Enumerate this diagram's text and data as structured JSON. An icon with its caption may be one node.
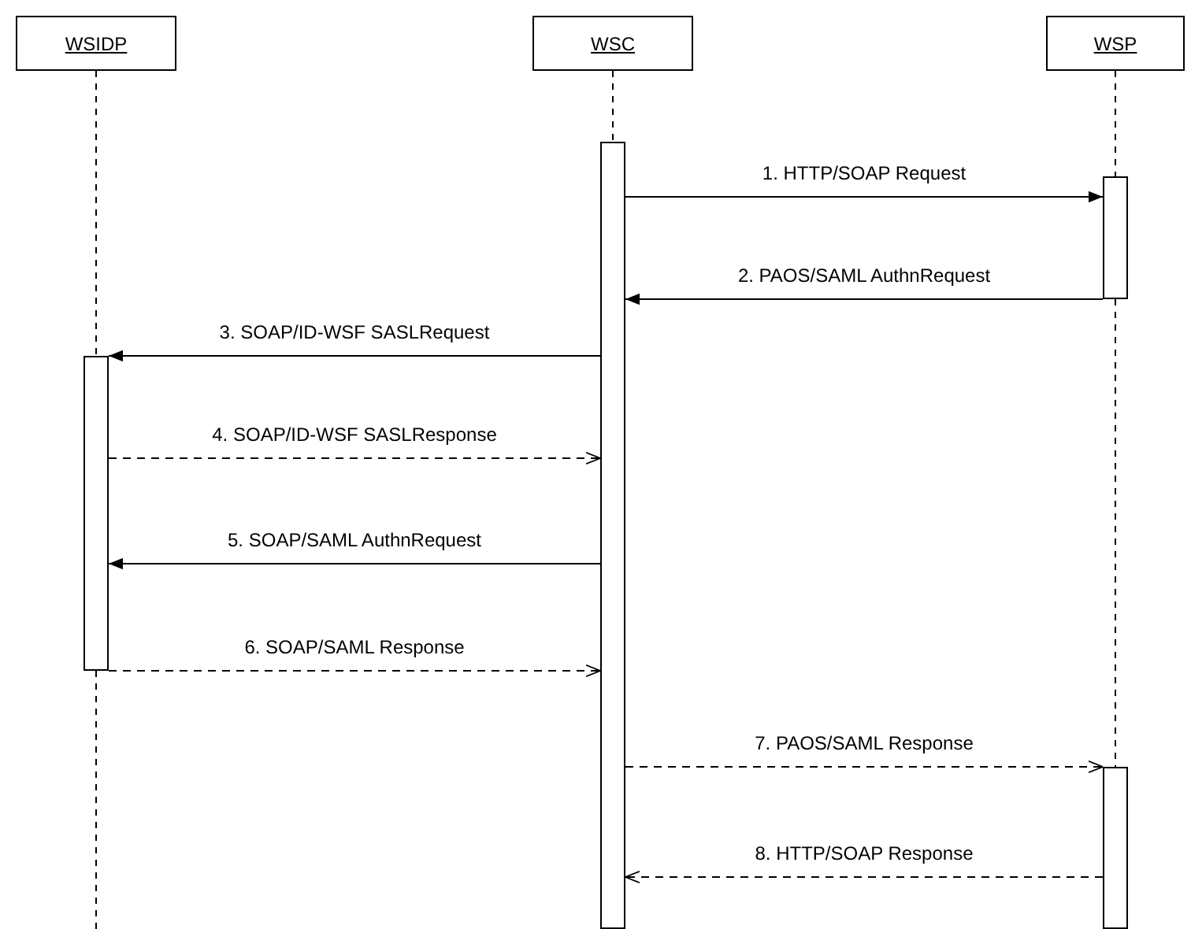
{
  "diagram": {
    "nodes": [
      {
        "text": [
          "WSIDP"
        ]
      },
      {
        "text": [
          "WSC"
        ]
      },
      {
        "text": [
          "WSP"
        ]
      },
      {
        "text": [],
        "shape": "bar"
      },
      {
        "text": [],
        "shape": "bar"
      },
      {
        "text": [],
        "shape": "bar"
      },
      {
        "text": [],
        "shape": "bar"
      }
    ],
    "edges": [
      {
        "from": 4,
        "to": 5,
        "arrow": "to",
        "label": "1. HTTP/SOAP Request"
      },
      {
        "from": 5,
        "to": 4,
        "arrow": "to",
        "label": "2. PAOS/SAML AuthnRequest"
      },
      {
        "from": 4,
        "to": 3,
        "arrow": "to",
        "label": "3. SOAP/ID-WSF SASLRequest"
      },
      {
        "from": 3,
        "to": 4,
        "arrow": "to",
        "label": "4. SOAP/ID-WSF SASLResponse",
        "style": "dashed"
      },
      {
        "from": 4,
        "to": 3,
        "arrow": "to",
        "label": "5. SOAP/SAML AuthnRequest"
      },
      {
        "from": 3,
        "to": 4,
        "arrow": "to",
        "label": "6. SOAP/SAML Response",
        "style": "dashed"
      },
      {
        "from": 4,
        "to": 6,
        "arrow": "to",
        "label": "7. PAOS/SAML Response",
        "style": "dashed"
      },
      {
        "from": 6,
        "to": 4,
        "arrow": "to",
        "label": "8. HTTP/SOAP Response",
        "style": "dashed"
      },
      {
        "from": 0,
        "to": 3,
        "arrow": "none",
        "style": "dashed"
      },
      {
        "from": 3,
        "to": null,
        "arrow": "none",
        "style": "dashed"
      },
      {
        "from": 1,
        "to": 4,
        "arrow": "none",
        "style": "dashed"
      },
      {
        "from": 2,
        "to": 5,
        "arrow": "none",
        "style": "dashed"
      },
      {
        "from": 5,
        "to": 6,
        "arrow": "none",
        "style": "dashed"
      }
    ]
  }
}
